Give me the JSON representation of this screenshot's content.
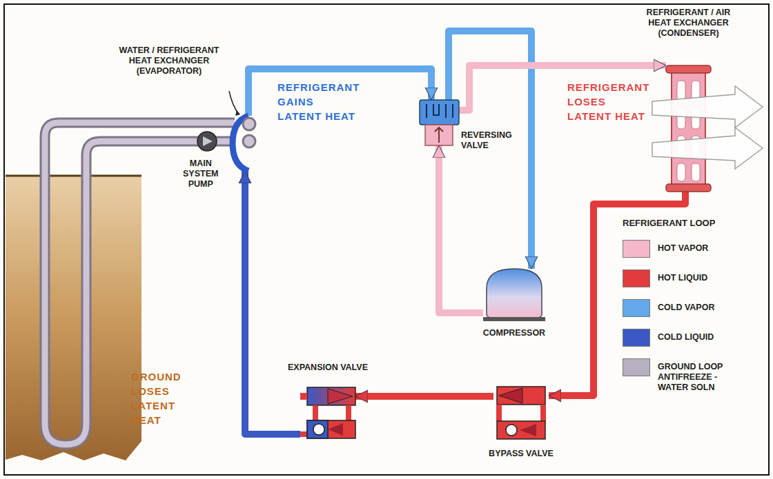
{
  "diagram": {
    "nodes": [
      {
        "text": [
          "WATER / REFRIGERANT HEAT EXCHANGER (EVAPORATOR)"
        ]
      },
      {
        "text": [
          "MAIN SYSTEM PUMP"
        ]
      },
      {
        "text": [
          "REVERSING VALVE"
        ]
      },
      {
        "text": [
          "REFRIGERANT / AIR HEAT EXCHANGER (CONDENSER)"
        ]
      },
      {
        "text": [
          "COMPRESSOR"
        ]
      },
      {
        "text": [
          "EXPANSION VALVE"
        ]
      },
      {
        "text": [
          "BYPASS VALVE"
        ]
      }
    ],
    "edges": [
      {
        "from": 0,
        "to": 2,
        "arrow": "to"
      },
      {
        "from": 2,
        "to": 4,
        "arrow": "to"
      },
      {
        "from": 4,
        "to": 2,
        "arrow": "to"
      },
      {
        "from": 2,
        "to": 3,
        "arrow": "to"
      },
      {
        "from": 3,
        "to": 6,
        "arrow": "to"
      },
      {
        "from": 6,
        "to": 5,
        "arrow": "to"
      },
      {
        "from": 5,
        "to": 0,
        "arrow": "to"
      }
    ],
    "labels": [
      "REFRIGERANT GAINS LATENT HEAT",
      "REFRIGERANT LOSES LATENT HEAT",
      "GROUND LOSES LATENT HEAT",
      "REFRIGERANT LOOP"
    ],
    "legend": [
      {
        "text": "HOT VAPOR",
        "color": "#f5b8c8"
      },
      {
        "text": "HOT LIQUID",
        "color": "#e23b3b"
      },
      {
        "text": "COLD VAPOR",
        "color": "#62a8ea"
      },
      {
        "text": "COLD LIQUID",
        "color": "#3b58c4"
      },
      {
        "text": "GROUND LOOP ANTIFREEZE - WATER SOLN",
        "color": "#b8b0c0"
      }
    ]
  }
}
